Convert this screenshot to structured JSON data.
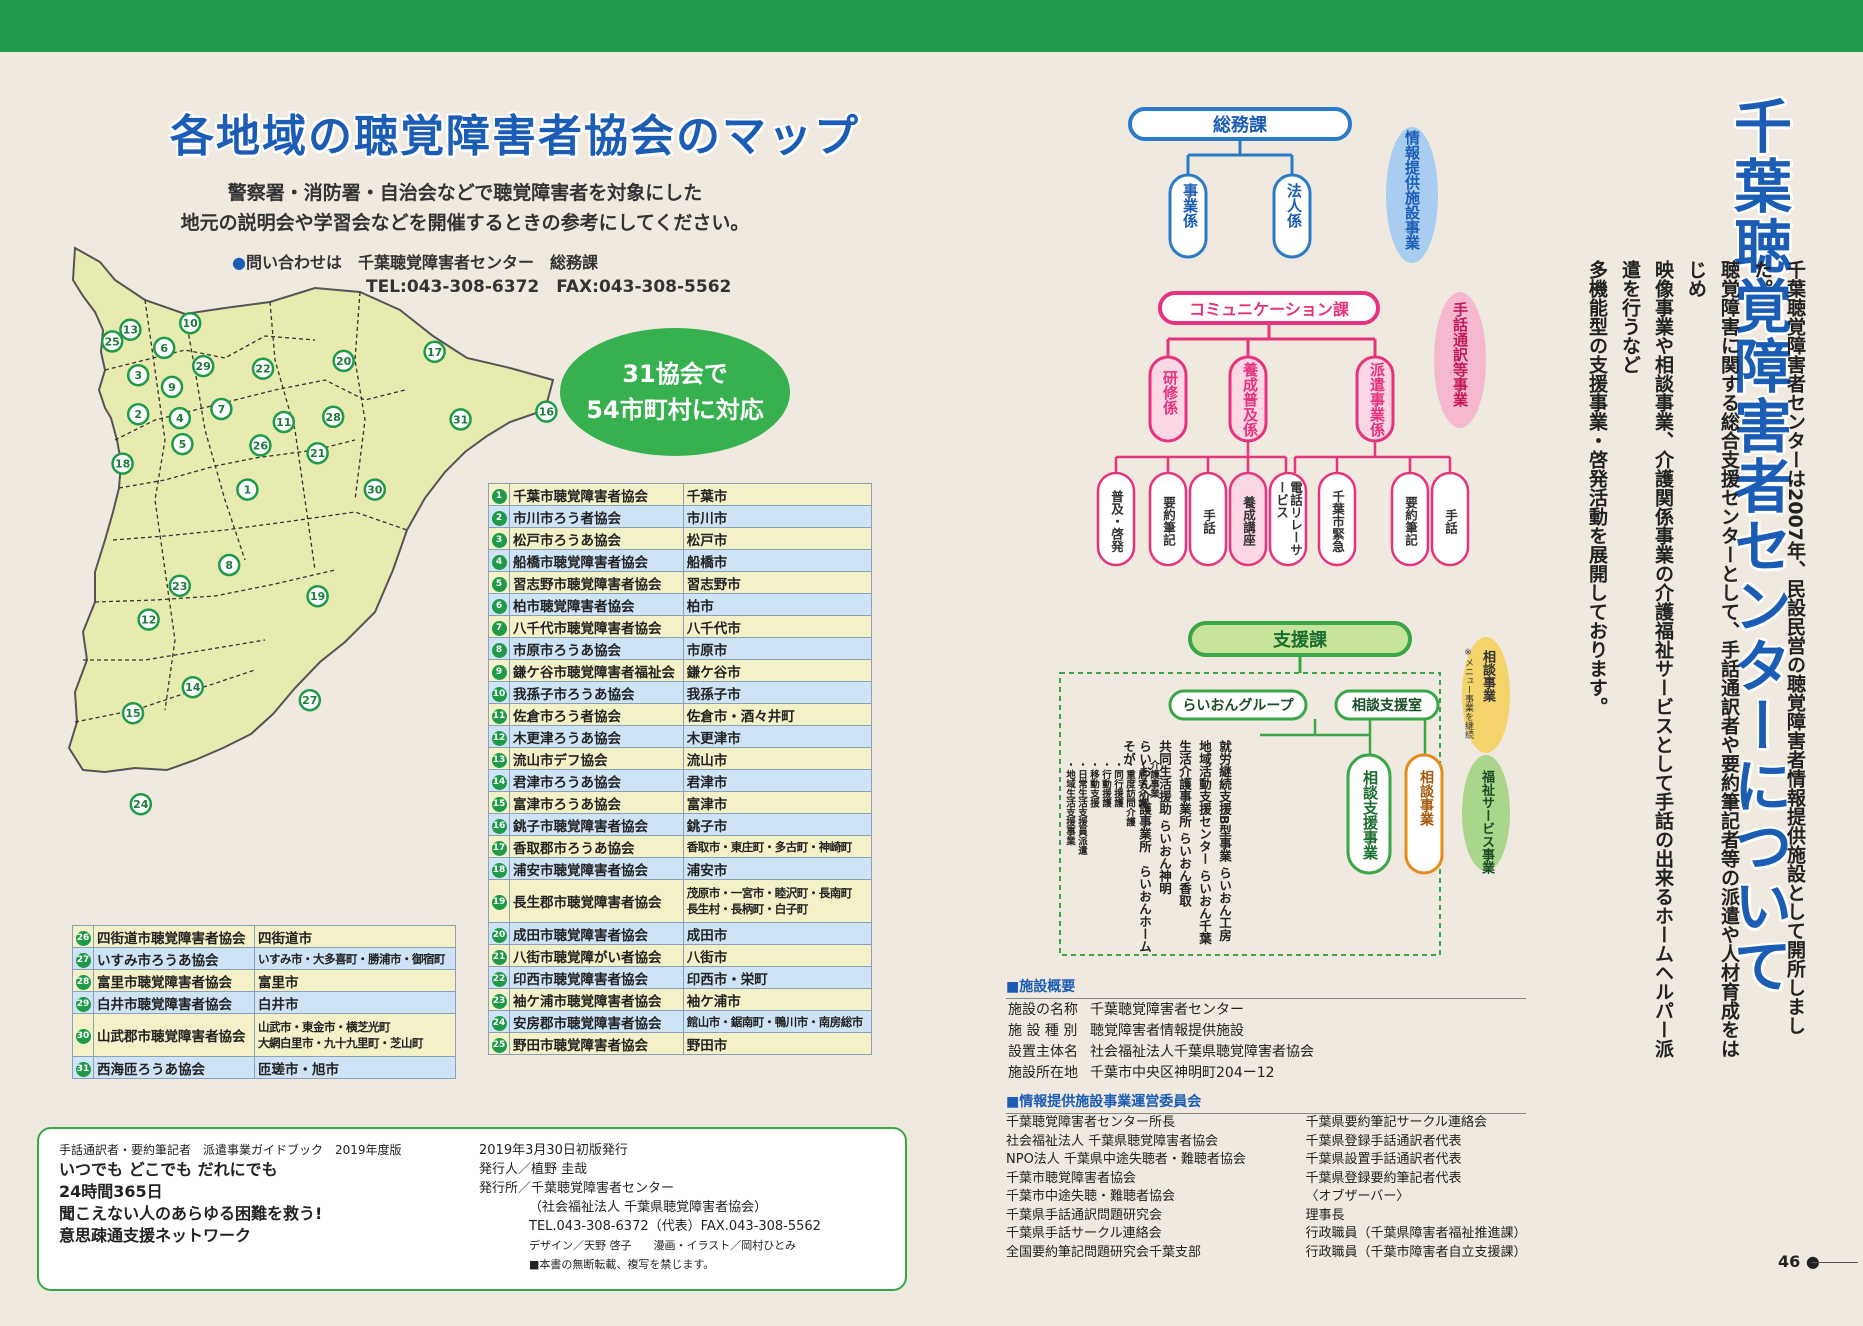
{
  "map": {
    "title": "各地域の聴覚障害者協会のマップ",
    "intro": [
      "警察署・消防署・自治会などで聴覚障害者を対象にした",
      "地元の説明会や学習会などを開催するときの参考にしてください。"
    ],
    "contact_label": "問い合わせは　千葉聴覚障害者センター　総務課",
    "contact_tel": "TEL:043-308-6372　FAX:043-308-5562",
    "badge": [
      "31協会で",
      "54市町村に対応"
    ],
    "numbers": [
      "1",
      "2",
      "3",
      "4",
      "5",
      "6",
      "7",
      "8",
      "9",
      "10",
      "11",
      "12",
      "13",
      "14",
      "15",
      "16",
      "17",
      "18",
      "19",
      "20",
      "21",
      "22",
      "23",
      "24",
      "25",
      "26",
      "27",
      "28",
      "29",
      "30",
      "31"
    ]
  },
  "associations_main": [
    {
      "no": "1",
      "name": "千葉市聴覚障害者協会",
      "area": "千葉市"
    },
    {
      "no": "2",
      "name": "市川市ろう者協会",
      "area": "市川市"
    },
    {
      "no": "3",
      "name": "松戸市ろうあ協会",
      "area": "松戸市"
    },
    {
      "no": "4",
      "name": "船橋市聴覚障害者協会",
      "area": "船橋市"
    },
    {
      "no": "5",
      "name": "習志野市聴覚障害者協会",
      "area": "習志野市"
    },
    {
      "no": "6",
      "name": "柏市聴覚障害者協会",
      "area": "柏市"
    },
    {
      "no": "7",
      "name": "八千代市聴覚障害者協会",
      "area": "八千代市"
    },
    {
      "no": "8",
      "name": "市原市ろうあ協会",
      "area": "市原市"
    },
    {
      "no": "9",
      "name": "鎌ケ谷市聴覚障害者福祉会",
      "area": "鎌ケ谷市"
    },
    {
      "no": "10",
      "name": "我孫子市ろうあ協会",
      "area": "我孫子市"
    },
    {
      "no": "11",
      "name": "佐倉市ろう者協会",
      "area": "佐倉市・酒々井町"
    },
    {
      "no": "12",
      "name": "木更津ろうあ協会",
      "area": "木更津市"
    },
    {
      "no": "13",
      "name": "流山市デフ協会",
      "area": "流山市"
    },
    {
      "no": "14",
      "name": "君津市ろうあ協会",
      "area": "君津市"
    },
    {
      "no": "15",
      "name": "富津市ろうあ協会",
      "area": "富津市"
    },
    {
      "no": "16",
      "name": "銚子市聴覚障害者協会",
      "area": "銚子市"
    },
    {
      "no": "17",
      "name": "香取郡市ろうあ協会",
      "area": "香取市・東庄町・多古町・神崎町"
    },
    {
      "no": "18",
      "name": "浦安市聴覚障害者協会",
      "area": "浦安市"
    },
    {
      "no": "19",
      "name": "長生郡市聴覚障害者協会",
      "area": "茂原市・一宮市・睦沢町・長南町"
    },
    {
      "no": "20",
      "name": "成田市聴覚障害者協会",
      "area": "成田市"
    },
    {
      "no": "21",
      "name": "八街市聴覚障がい者協会",
      "area": "八街市"
    },
    {
      "no": "22",
      "name": "印西市聴覚障害者協会",
      "area": "印西市・栄町"
    },
    {
      "no": "23",
      "name": "袖ケ浦市聴覚障害者協会",
      "area": "袖ケ浦市"
    },
    {
      "no": "24",
      "name": "安房郡市聴覚障害者協会",
      "area": "館山市・鋸南町・鴨川市・南房総市"
    },
    {
      "no": "25",
      "name": "野田市聴覚障害者協会",
      "area": "野田市"
    }
  ],
  "area19_line2": "長生村・長柄町・白子町",
  "associations_side": [
    {
      "no": "26",
      "name": "四街道市聴覚障害者協会",
      "area": "四街道市"
    },
    {
      "no": "27",
      "name": "いすみ市ろうあ協会",
      "area": "いすみ市・大多喜町・勝浦市・御宿町"
    },
    {
      "no": "28",
      "name": "富里市聴覚障害者協会",
      "area": "富里市"
    },
    {
      "no": "29",
      "name": "白井市聴覚障害者協会",
      "area": "白井市"
    },
    {
      "no": "30",
      "name": "山武郡市聴覚障害者協会",
      "area": "山武市・東金市・横芝光町"
    },
    {
      "no": "31",
      "name": "西海匝ろうあ協会",
      "area": "匝瑳市・旭市"
    }
  ],
  "area30_line2": "大網白里市・九十九里町・芝山町",
  "colophon": {
    "guide": "手話通訳者・要約筆記者　派遣事業ガイドブック　2019年度版",
    "slogan": [
      "いつでも どこでも だれにでも",
      "24時間365日",
      "聞こえない人のあらゆる困難を救う!",
      "意思疎通支援ネットワーク"
    ],
    "date": "2019年3月30日初版発行",
    "publisher": "発行人／植野 圭哉",
    "office": "発行所／千葉聴覚障害者センター",
    "office2": "（社会福祉法人 千葉県聴覚障害者協会）",
    "tel": "TEL.043-308-6372（代表）FAX.043-308-5562",
    "design": "デザイン／天野 啓子　　漫画・イラスト／岡村ひとみ",
    "notice": "■本書の無断転載、複写を禁じます。"
  },
  "org": {
    "soumu": "総務課",
    "soumu_units": [
      "事業係",
      "法人係"
    ],
    "info_service": "情報提供施設事業",
    "comm": "コミュニケーション課",
    "comm_units": [
      "研修係",
      "養成普及係",
      "派遣事業係"
    ],
    "comm_leaves": [
      "普及・啓発",
      "要約筆記",
      "手話",
      "養成講座",
      "電話リレーサービス",
      "千葉市緊急",
      "要約筆記",
      "手話"
    ],
    "sign_service": "手話通訳等事業",
    "shien": "支援課",
    "lion": "らいおんグループ",
    "soudan_room": "相談支援室",
    "soudan_biz": "相談支援事業",
    "soudan_jigyo": "相談事業",
    "welfare_biz": "福祉サービス事業",
    "soudan_note": "※メニュー事業を継続",
    "lion_list": [
      "就労継続支援B型事業 らいおん工房",
      "地域活動支援センター らいおん千葉",
      "生活介護事業所 らいおん香取",
      "共同生活援助 らいおん神明",
      "らいおん介護事業所　らいおんホームそが"
    ],
    "lion_sub": [
      "介護事業",
      "・居宅介護",
      "・重度訪問介護",
      "・同行援護",
      "・行動援護",
      "・移動支援",
      "・日常生活支援員派遣",
      "・地域生活支援事業"
    ]
  },
  "facility": {
    "head": "■施設概要",
    "rows": [
      {
        "k": "施設の名称",
        "v": "千葉聴覚障害者センター"
      },
      {
        "k": "施 設 種 別",
        "v": "聴覚障害者情報提供施設"
      },
      {
        "k": "設置主体名",
        "v": "社会福祉法人千葉県聴覚障害者協会"
      },
      {
        "k": "施設所在地",
        "v": "千葉市中央区神明町204ー12"
      }
    ]
  },
  "committee": {
    "head": "■情報提供施設事業運営委員会",
    "left": [
      "千葉聴覚障害者センター所長",
      "社会福祉法人 千葉県聴覚障害者協会",
      "NPO法人 千葉県中途失聴者・難聴者協会",
      "千葉市聴覚障害者協会",
      "千葉市中途失聴・難聴者協会",
      "千葉県手話通訳問題研究会",
      "千葉県手話サークル連絡会",
      "全国要約筆記問題研究会千葉支部"
    ],
    "right": [
      "千葉県要約筆記サークル連絡会",
      "千葉県登録手話通訳者代表",
      "千葉県設置手話通訳者代表",
      "千葉県登録要約筆記者代表",
      "〈オブザーバー〉",
      "理事長",
      "行政職員（千葉県障害者福祉推進課）",
      "行政職員（千葉市障害者自立支援課）"
    ]
  },
  "about": {
    "title": "千葉聴覚障害者センターについて",
    "body": [
      "千葉聴覚障害者センターは2007年、民設民営の聴覚障害者情報提供施設として開所しました。",
      "聴覚障害に関する総合支援センターとして、手話通訳者や要約筆記者等の派遣や人材育成をはじめ",
      "映像事業や相談事業、介護関係事業の介護福祉サービスとして手話の出来るホームヘルパー派遣を行うなど",
      "多機能型の支援事業・啓発活動を展開しております。"
    ]
  },
  "page_number": "46",
  "colors": {
    "green": "#1f9a49",
    "blue": "#1b5db5",
    "pink": "#e5337e",
    "map_fill": "#e8ebb0"
  }
}
